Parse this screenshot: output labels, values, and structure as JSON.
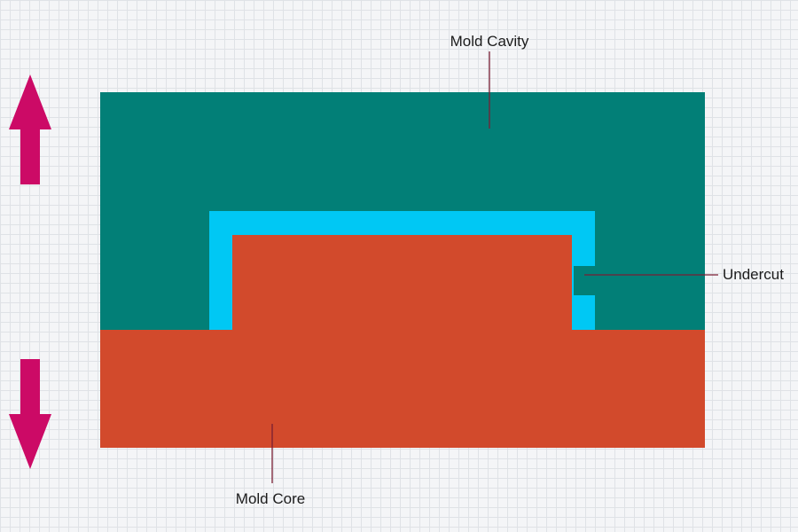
{
  "colors": {
    "cavity": "#027F77",
    "part": "#00C8F4",
    "core": "#D24A2C",
    "arrow": "#CC0A66",
    "leader": "#7a1e34"
  },
  "labels": {
    "cavity": "Mold Cavity",
    "undercut": "Undercut",
    "core": "Mold Core"
  },
  "arrows": {
    "up_icon": "arrow-up-icon",
    "down_icon": "arrow-down-icon"
  }
}
